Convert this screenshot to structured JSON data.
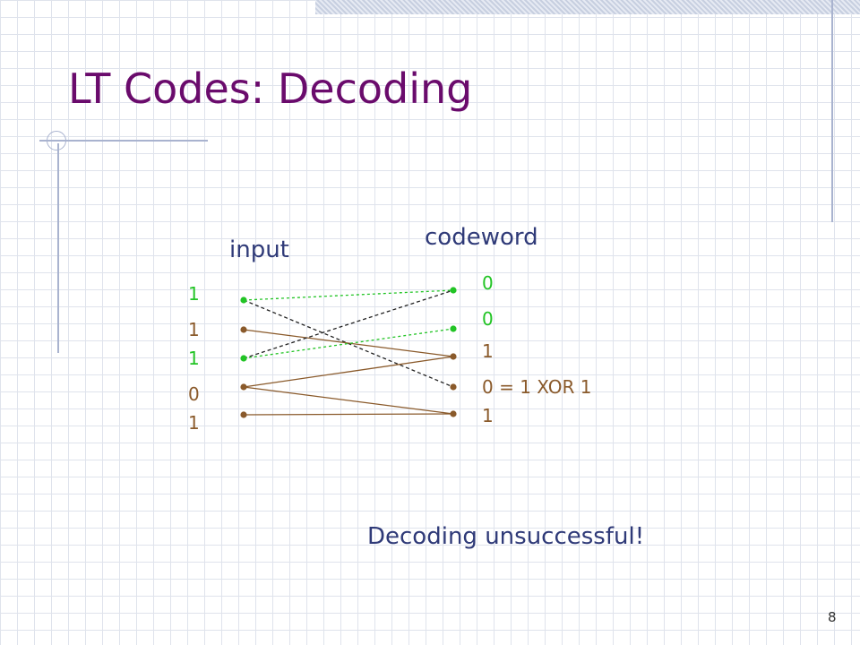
{
  "slide": {
    "title": "LT Codes: Decoding",
    "page_number": "8",
    "message": "Decoding unsuccessful!"
  },
  "diagram": {
    "input_label": "input",
    "codeword_label": "codeword",
    "input_bits": [
      "1",
      "1",
      "1",
      "0",
      "1"
    ],
    "input_bit_colors": [
      "green",
      "brown",
      "green",
      "brown",
      "brown"
    ],
    "codeword_bits": [
      "0",
      "0",
      "1",
      "0 = 1 XOR 1",
      "1"
    ],
    "codeword_bit_colors": [
      "green",
      "green",
      "brown",
      "brown",
      "brown"
    ],
    "edges": [
      {
        "from": 0,
        "to": 0,
        "style": "green-dashed"
      },
      {
        "from": 0,
        "to": 3,
        "style": "black-dashed"
      },
      {
        "from": 1,
        "to": 2,
        "style": "brown-solid"
      },
      {
        "from": 2,
        "to": 0,
        "style": "black-dashed"
      },
      {
        "from": 2,
        "to": 1,
        "style": "green-dashed"
      },
      {
        "from": 3,
        "to": 2,
        "style": "brown-solid"
      },
      {
        "from": 3,
        "to": 4,
        "style": "brown-solid"
      },
      {
        "from": 4,
        "to": 4,
        "style": "brown-solid"
      }
    ],
    "colors": {
      "green": "#22c425",
      "brown": "#8a5a2b",
      "black": "#222222",
      "title": "#6a0b6c",
      "text": "#2f3a78"
    }
  }
}
